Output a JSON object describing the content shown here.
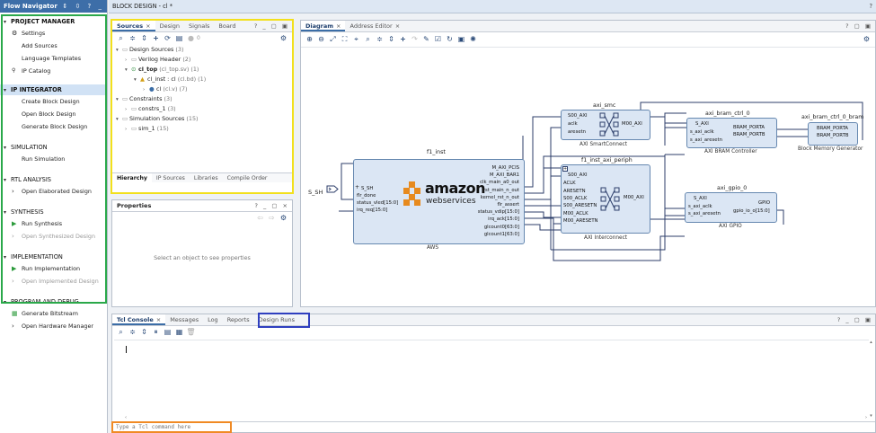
{
  "flow_navigator": {
    "title": "Flow Navigator",
    "sections": [
      {
        "name": "PROJECT MANAGER",
        "items": [
          "Settings",
          "Add Sources",
          "Language Templates",
          "IP Catalog"
        ]
      },
      {
        "name": "IP INTEGRATOR",
        "items": [
          "Create Block Design",
          "Open Block Design",
          "Generate Block Design"
        ]
      },
      {
        "name": "SIMULATION",
        "items": [
          "Run Simulation"
        ]
      },
      {
        "name": "RTL ANALYSIS",
        "items": [
          "Open Elaborated Design"
        ]
      },
      {
        "name": "SYNTHESIS",
        "items": [
          "Run Synthesis",
          "Open Synthesized Design"
        ]
      },
      {
        "name": "IMPLEMENTATION",
        "items": [
          "Run Implementation",
          "Open Implemented Design"
        ]
      },
      {
        "name": "PROGRAM AND DEBUG",
        "items": [
          "Generate Bitstream",
          "Open Hardware Manager"
        ]
      }
    ]
  },
  "block_design": {
    "title": "BLOCK DESIGN - cl *"
  },
  "sources": {
    "tabs": [
      "Sources",
      "Design",
      "Signals",
      "Board"
    ],
    "badge_count": "0",
    "tree": [
      {
        "label": "Design Sources",
        "count": "(3)"
      },
      {
        "label": "Verilog Header",
        "count": "(2)"
      },
      {
        "label": "cl_top",
        "detail": "(cl_top.sv) (1)"
      },
      {
        "label": "cl_inst : cl",
        "detail": "(cl.bd) (1)"
      },
      {
        "label": "cl",
        "detail": "(cl.v) (7)"
      },
      {
        "label": "Constraints",
        "count": "(3)"
      },
      {
        "label": "constrs_1",
        "count": "(3)"
      },
      {
        "label": "Simulation Sources",
        "count": "(15)"
      },
      {
        "label": "sim_1",
        "count": "(15)"
      }
    ],
    "bottom_tabs": [
      "Hierarchy",
      "IP Sources",
      "Libraries",
      "Compile Order"
    ]
  },
  "properties": {
    "title": "Properties",
    "empty_text": "Select an object to see properties"
  },
  "diagram": {
    "tabs": [
      "Diagram",
      "Address Editor"
    ],
    "external_port": "S_SH",
    "blocks": {
      "aws": {
        "inst": "f1_inst",
        "name": "AWS",
        "logo_top": "amazon",
        "logo_bottom": "webservices",
        "left_ports": [
          "S_SH",
          "flr_done",
          "status_vled[15:0]",
          "irq_req[15:0]"
        ],
        "right_ports": [
          "M_AXI_PCIS",
          "M_AXI_BAR1",
          "clk_main_a0_out",
          "rst_main_n_out",
          "kernel_rst_n_out",
          "flr_assert",
          "status_vdip[15:0]",
          "irq_ack[15:0]",
          "glcount0[63:0]",
          "glcount1[63:0]"
        ]
      },
      "smc": {
        "inst": "axi_smc",
        "name": "AXI SmartConnect",
        "left_ports": [
          "S00_AXI",
          "aclk",
          "aresetn"
        ],
        "right_ports": [
          "M00_AXI"
        ]
      },
      "periph": {
        "inst": "f1_inst_axi_periph",
        "name": "AXI Interconnect",
        "left_ports": [
          "S00_AXI",
          "ACLK",
          "ARESETN",
          "S00_ACLK",
          "S00_ARESETN",
          "M00_ACLK",
          "M00_ARESETN"
        ],
        "right_ports": [
          "M00_AXI"
        ]
      },
      "bram_ctrl": {
        "inst": "axi_bram_ctrl_0",
        "name": "AXI BRAM Controller",
        "left_ports": [
          "S_AXI",
          "s_axi_aclk",
          "s_axi_aresetn"
        ],
        "right_ports": [
          "BRAM_PORTA",
          "BRAM_PORTB"
        ]
      },
      "bram": {
        "inst": "axi_bram_ctrl_0_bram",
        "name": "Block Memory Generator",
        "left_ports": [
          "BRAM_PORTA",
          "BRAM_PORTB"
        ]
      },
      "gpio": {
        "inst": "axi_gpio_0",
        "name": "AXI GPIO",
        "left_ports": [
          "S_AXI",
          "s_axi_aclk",
          "s_axi_aresetn"
        ],
        "right_ports": [
          "GPIO",
          "gpio_io_o[15:0]"
        ]
      }
    }
  },
  "console": {
    "tabs": [
      "Tcl Console",
      "Messages",
      "Log",
      "Reports",
      "Design Runs"
    ],
    "input_placeholder": "Type a Tcl command here"
  },
  "highlight_colors": {
    "flow_navigator": "#2aa84a",
    "sources": "#f2e01c",
    "design_runs": "#2f3fbf",
    "tcl_input": "#f08a24"
  }
}
